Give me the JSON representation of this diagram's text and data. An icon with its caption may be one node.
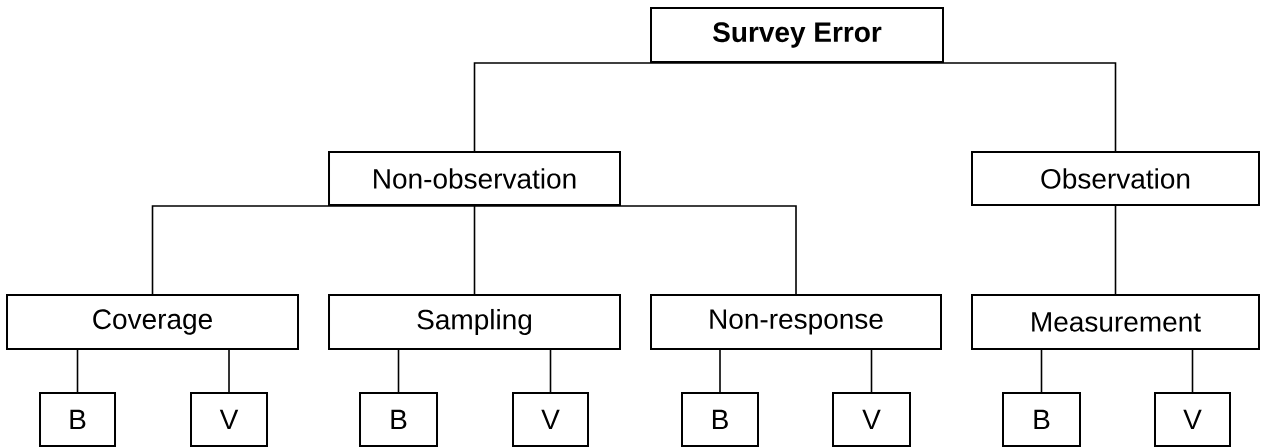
{
  "diagram": {
    "nodes": [
      {
        "text": [
          "Survey Error"
        ]
      },
      {
        "text": [
          "Non-observation"
        ]
      },
      {
        "text": [
          "Observation"
        ]
      },
      {
        "text": [
          "Coverage"
        ]
      },
      {
        "text": [
          "Sampling"
        ]
      },
      {
        "text": [
          "Non-response"
        ]
      },
      {
        "text": [
          "Measurement"
        ]
      },
      {
        "text": [
          "B"
        ]
      },
      {
        "text": [
          "V"
        ]
      },
      {
        "text": [
          "B"
        ]
      },
      {
        "text": [
          "V"
        ]
      },
      {
        "text": [
          "B"
        ]
      },
      {
        "text": [
          "V"
        ]
      },
      {
        "text": [
          "B"
        ]
      },
      {
        "text": [
          "V"
        ]
      }
    ],
    "edges": [
      {
        "from": 0,
        "to": 1,
        "arrow": "none"
      },
      {
        "from": 0,
        "to": 2,
        "arrow": "none"
      },
      {
        "from": 1,
        "to": 3,
        "arrow": "none"
      },
      {
        "from": 1,
        "to": 4,
        "arrow": "none"
      },
      {
        "from": 1,
        "to": 5,
        "arrow": "none"
      },
      {
        "from": 2,
        "to": 6,
        "arrow": "none"
      },
      {
        "from": 3,
        "to": 7,
        "arrow": "none"
      },
      {
        "from": 3,
        "to": 8,
        "arrow": "none"
      },
      {
        "from": 4,
        "to": 9,
        "arrow": "none"
      },
      {
        "from": 4,
        "to": 10,
        "arrow": "none"
      },
      {
        "from": 5,
        "to": 11,
        "arrow": "none"
      },
      {
        "from": 5,
        "to": 12,
        "arrow": "none"
      },
      {
        "from": 6,
        "to": 13,
        "arrow": "none"
      },
      {
        "from": 6,
        "to": 14,
        "arrow": "none"
      }
    ]
  }
}
